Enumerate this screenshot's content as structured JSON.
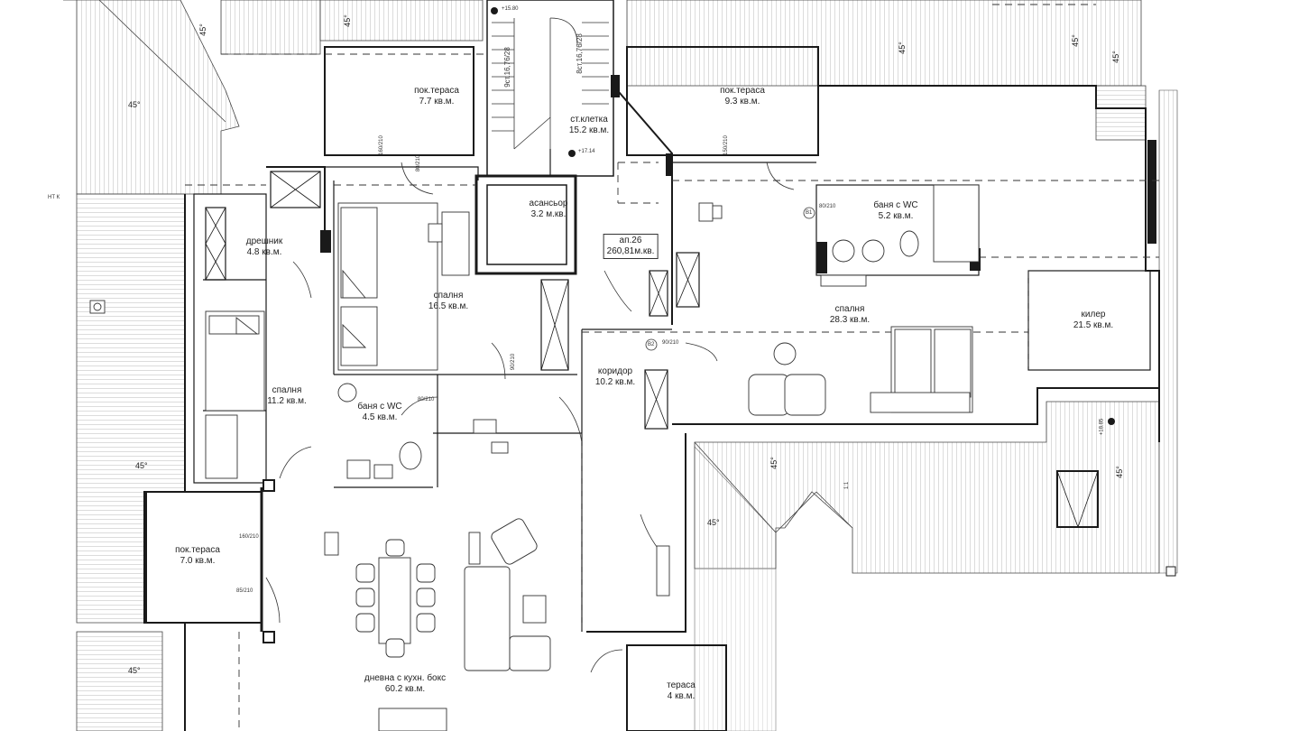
{
  "rooms": {
    "terrace_left_top": {
      "name": "пок.тераса",
      "area": "7.7 кв.м."
    },
    "stair": {
      "name": "ст.клетка",
      "area": "15.2 кв.м."
    },
    "terrace_right_top": {
      "name": "пок.тераса",
      "area": "9.3 кв.м."
    },
    "elevator": {
      "name": "асансьор",
      "area": "3.2 м.кв."
    },
    "apartment": {
      "name": "ап.26",
      "area": "260,81м.кв."
    },
    "bath_right": {
      "name": "баня с WC",
      "area": "5.2 кв.м."
    },
    "closet": {
      "name": "дрешник",
      "area": "4.8 кв.м."
    },
    "bedroom_center": {
      "name": "спалня",
      "area": "16.5 кв.м."
    },
    "bedroom_right": {
      "name": "спалня",
      "area": "28.3 кв.м."
    },
    "storage": {
      "name": "килер",
      "area": "21.5 кв.м."
    },
    "bedroom_left": {
      "name": "спалня",
      "area": "11.2 кв.м."
    },
    "bath_left": {
      "name": "баня с WC",
      "area": "4.5 кв.м."
    },
    "corridor": {
      "name": "коридор",
      "area": "10.2 кв.м."
    },
    "terrace_left": {
      "name": "пок.тераса",
      "area": "7.0 кв.м."
    },
    "living": {
      "name": "дневна с кухн. бокс",
      "area": "60.2 кв.м."
    },
    "terrace_bottom": {
      "name": "тераса",
      "area": "4 кв.м."
    }
  },
  "slopes": {
    "angle": "45°"
  },
  "levels": {
    "top": "+15.80",
    "landing": "+17.14",
    "right": "+18.85"
  },
  "stairs": {
    "left": "9ст.16,76/28",
    "right": "8ст.16,76/28"
  },
  "doors": {
    "d1": "160/210",
    "d2": "80/210",
    "d3": "90/210",
    "d4": "80/210",
    "d5": "80/210",
    "d6": "90/210",
    "d7": "160/210",
    "d8": "85/210",
    "d9": "150/210"
  },
  "marks": {
    "ht": "НТ К",
    "b1": "В1",
    "b2": "В2",
    "ratio": "1:1"
  },
  "colors": {
    "line": "#1a1a1a",
    "hatch": "#9a9a9a",
    "background": "#ffffff"
  }
}
